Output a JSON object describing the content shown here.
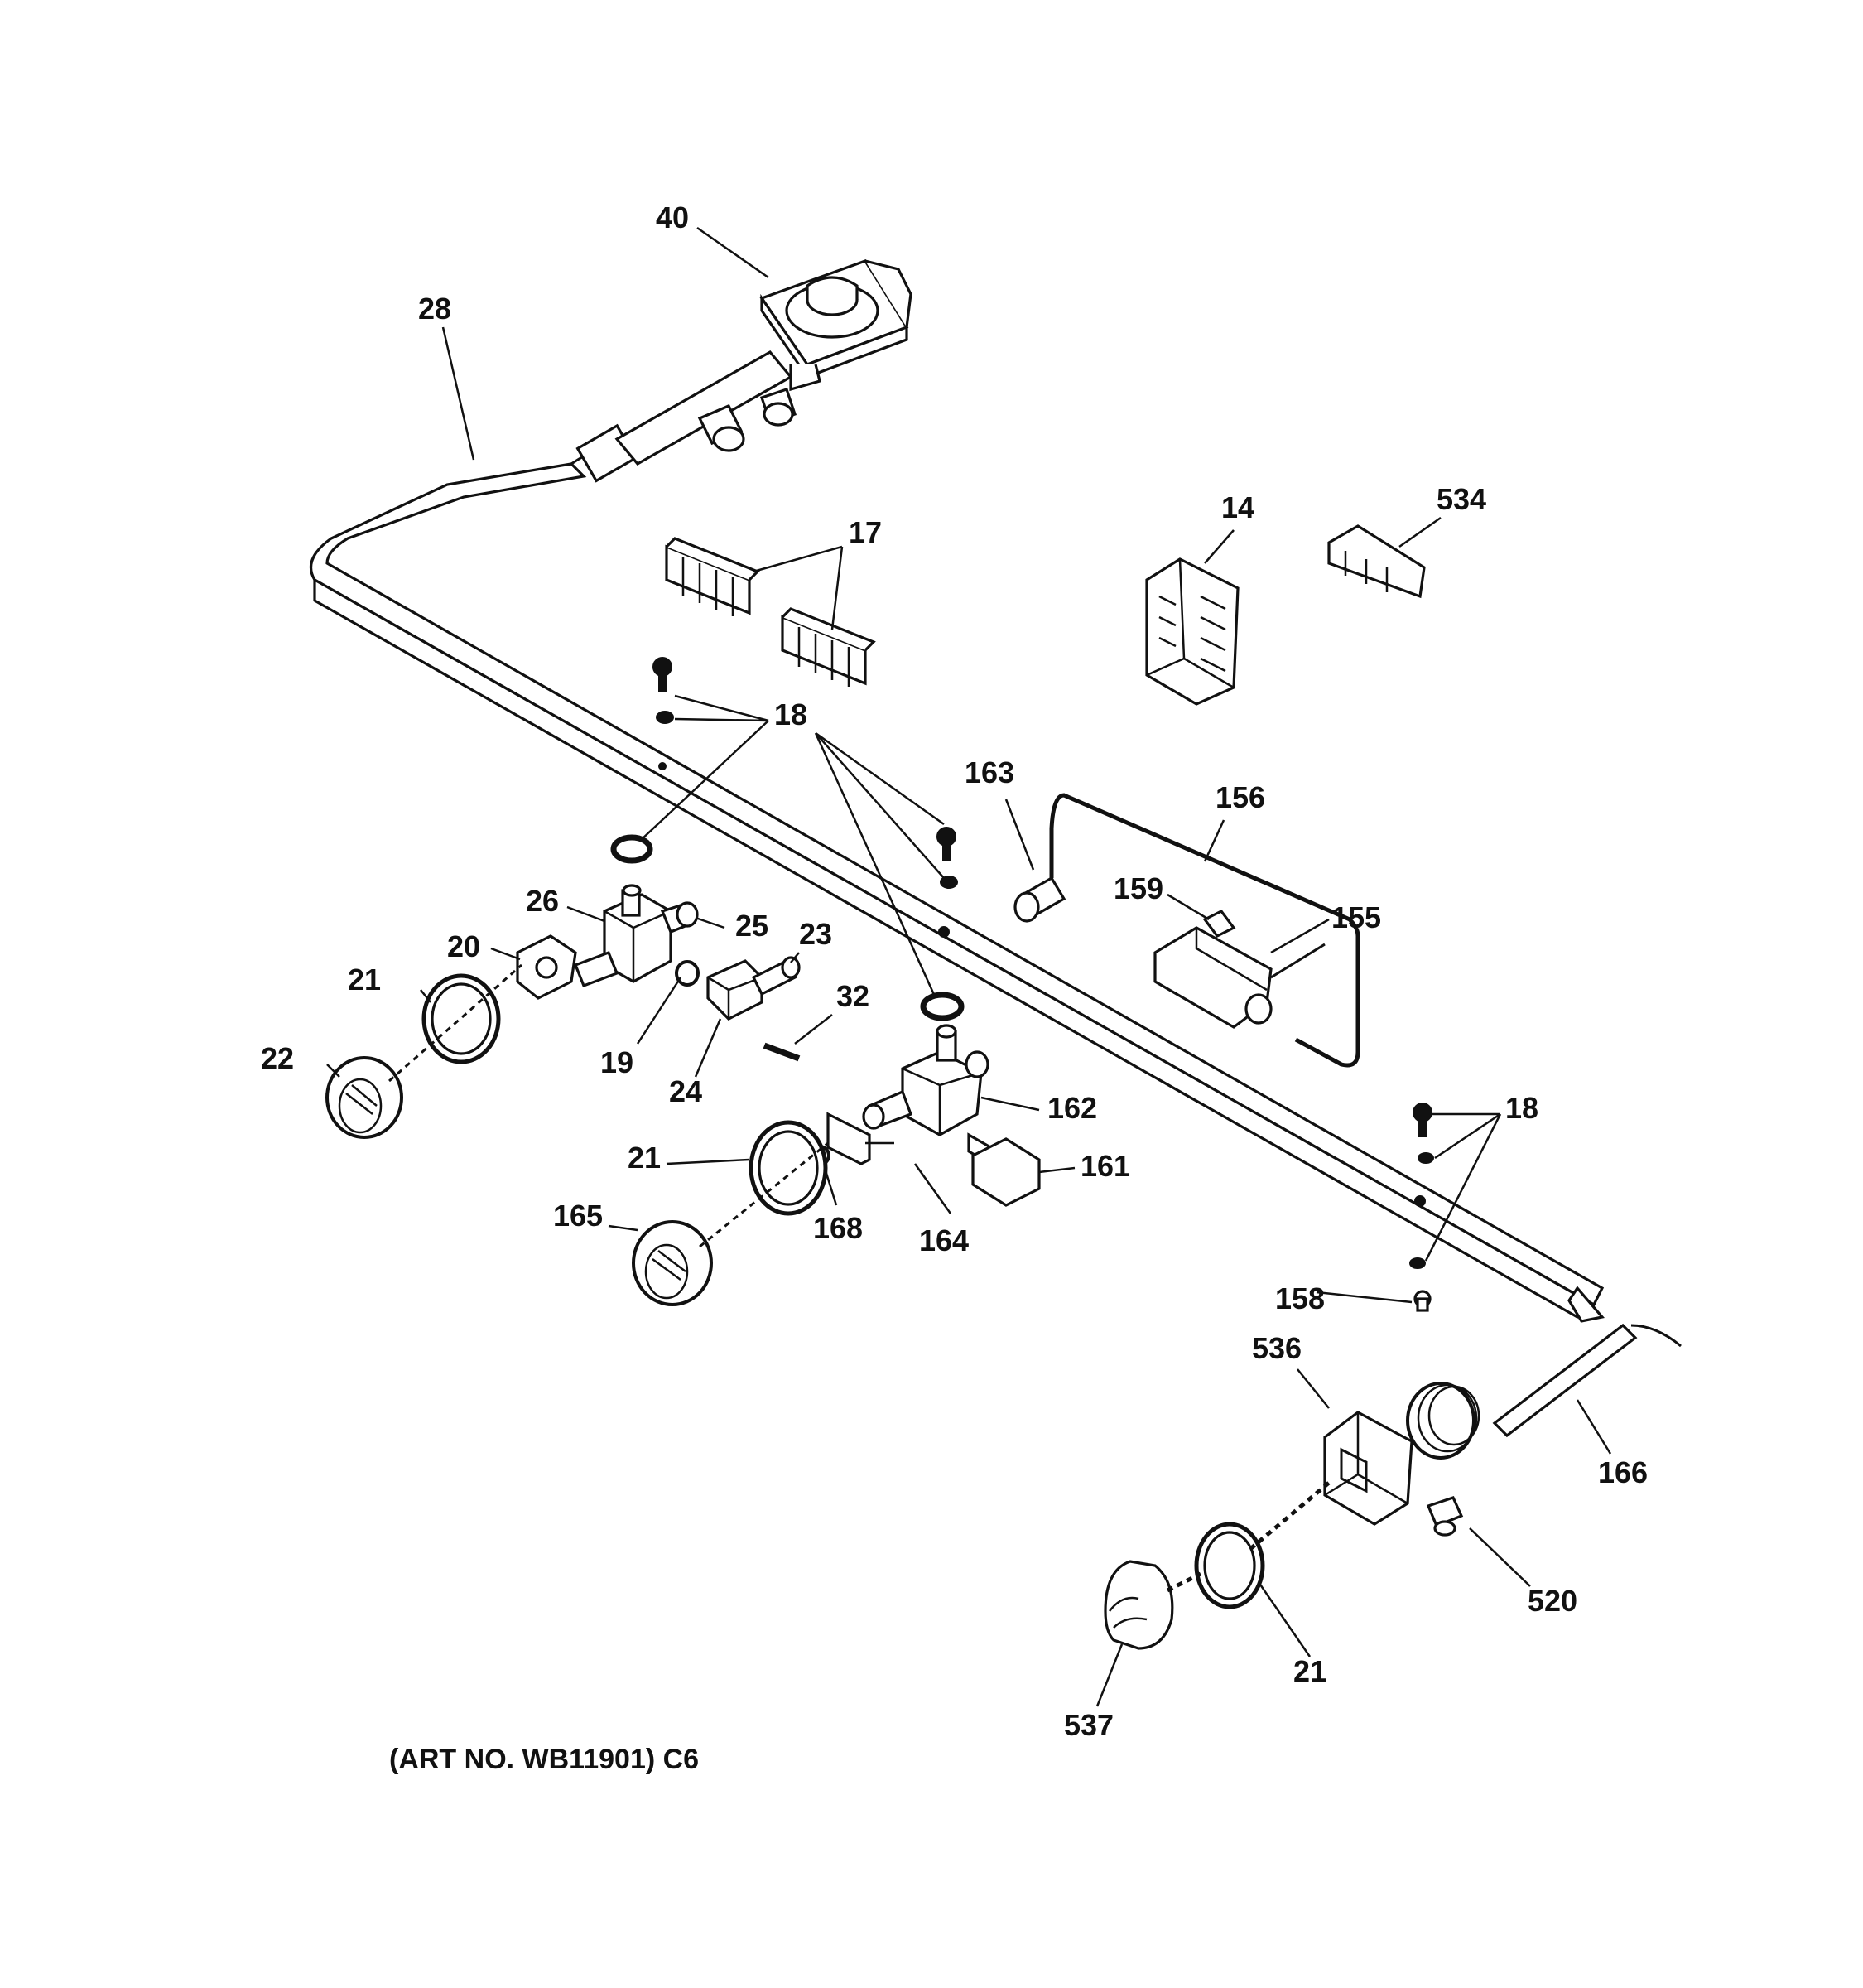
{
  "diagram": {
    "callouts": [
      "40",
      "28",
      "17",
      "14",
      "534",
      "18",
      "163",
      "156",
      "159",
      "155",
      "26",
      "25",
      "20",
      "23",
      "21",
      "19",
      "32",
      "22",
      "24",
      "162",
      "161",
      "164",
      "168",
      "165",
      "158",
      "536",
      "166",
      "520",
      "537"
    ],
    "repeat_labels": {
      "r18b": "18",
      "r21b": "21",
      "r21c": "21"
    },
    "art_number": "(ART NO. WB11901) C6"
  },
  "colors": {
    "ink": "#111111",
    "paper": "#ffffff"
  }
}
